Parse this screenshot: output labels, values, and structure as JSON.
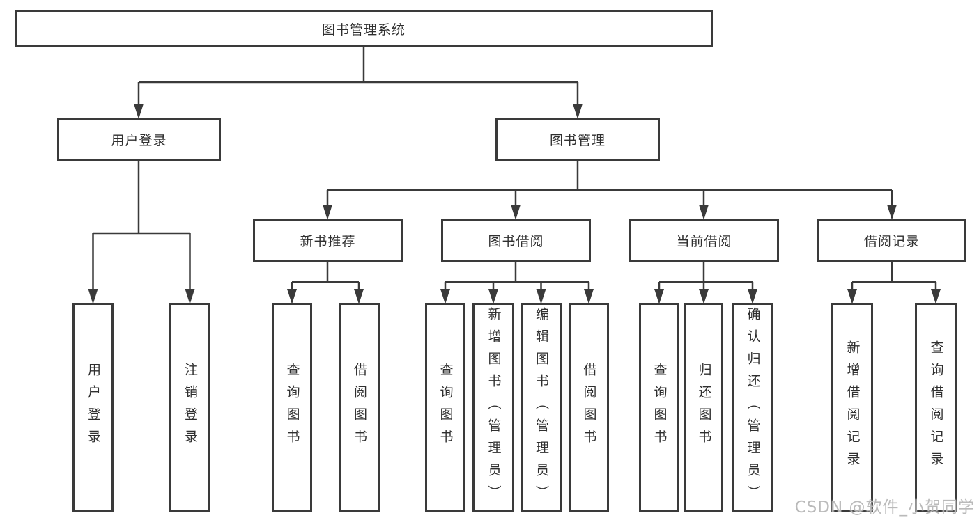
{
  "tree": {
    "label": "图书管理系统",
    "children": [
      {
        "label": "用户登录",
        "children": [
          {
            "label": "用户登录"
          },
          {
            "label": "注销登录"
          }
        ]
      },
      {
        "label": "图书管理",
        "children": [
          {
            "label": "新书推荐",
            "children": [
              {
                "label": "查询图书"
              },
              {
                "label": "借阅图书"
              }
            ]
          },
          {
            "label": "图书借阅",
            "children": [
              {
                "label": "查询图书"
              },
              {
                "label": "新增图书（管理员）"
              },
              {
                "label": "编辑图书（管理员）"
              },
              {
                "label": "借阅图书"
              }
            ]
          },
          {
            "label": "当前借阅",
            "children": [
              {
                "label": "查询图书"
              },
              {
                "label": "归还图书"
              },
              {
                "label": "确认归还（管理员）"
              }
            ]
          },
          {
            "label": "借阅记录",
            "children": [
              {
                "label": "新增借阅记录"
              },
              {
                "label": "查询借阅记录"
              }
            ]
          }
        ]
      }
    ]
  },
  "watermark": {
    "text": "CSDN @软件_小贺同学"
  },
  "colors": {
    "line": "#3a3a3a",
    "text": "#2f2f2f",
    "background": "#ffffff",
    "watermark": "#b6b6b6"
  }
}
